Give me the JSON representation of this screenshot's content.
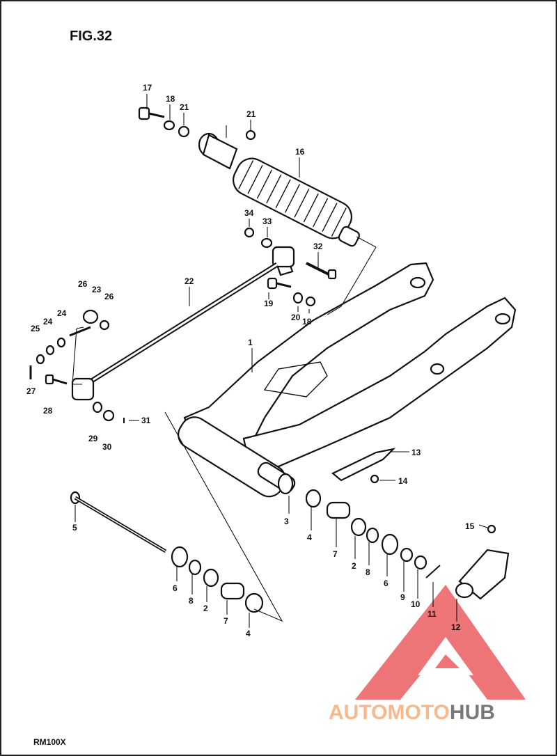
{
  "figure_title": "FIG.32",
  "model": "RM100X",
  "watermark": {
    "part1": "AUTOMOTO",
    "part2": "HUB",
    "color1": "#f6b98e",
    "color2": "#7a7a7a",
    "logo_color": "#e8484b"
  },
  "callouts": {
    "c17": "17",
    "c18a": "18",
    "c21a": "21",
    "c21b": "21",
    "c16": "16",
    "c34": "34",
    "c33": "33",
    "c32": "32",
    "c22": "22",
    "c19": "19",
    "c20": "20",
    "c18b": "18",
    "c1": "1",
    "c26a": "26",
    "c23": "23",
    "c26b": "26",
    "c24a": "24",
    "c24b": "24",
    "c25": "25",
    "c27": "27",
    "c28": "28",
    "c29": "29",
    "c30": "30",
    "c31": "31",
    "c13": "13",
    "c14": "14",
    "c15": "15",
    "c5": "5",
    "c3": "3",
    "c4a": "4",
    "c7a": "7",
    "c2a": "2",
    "c8a": "8",
    "c6a": "6",
    "c9": "9",
    "c10": "10",
    "c11": "11",
    "c12": "12",
    "c6b": "6",
    "c8b": "8",
    "c2b": "2",
    "c7b": "7",
    "c4b": "4"
  }
}
